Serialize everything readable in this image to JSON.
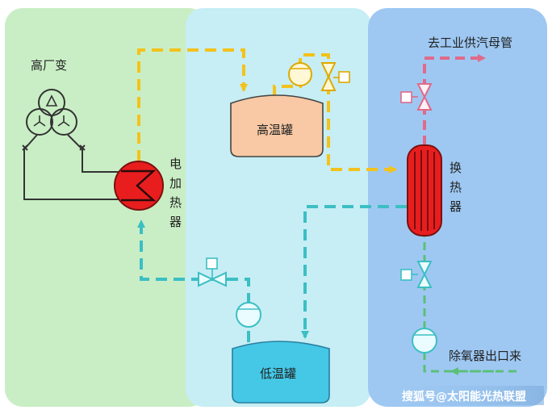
{
  "labels": {
    "transformer": "高厂变",
    "heater_1": "电",
    "heater_2": "加",
    "heater_3": "热",
    "heater_4": "器",
    "high_tank": "高温罐",
    "low_tank": "低温罐",
    "hx_1": "换",
    "hx_2": "热",
    "hx_3": "器",
    "to_header": "去工业供汽母管",
    "from_deaerator": "除氧器出口来"
  },
  "watermark": "搜狐号@太阳能光热联盟",
  "colors": {
    "zone_left": "#c9eec5",
    "zone_mid": "#c6eef4",
    "zone_right": "#9ec8f2",
    "molten_salt_hot": "#f3c21b",
    "molten_salt_cold": "#3cbfc4",
    "steam": "#e06a8a",
    "heater_red": "#e81e1e",
    "high_tank_fill": "#f8c9a4",
    "low_tank_fill": "#44c8e6"
  }
}
